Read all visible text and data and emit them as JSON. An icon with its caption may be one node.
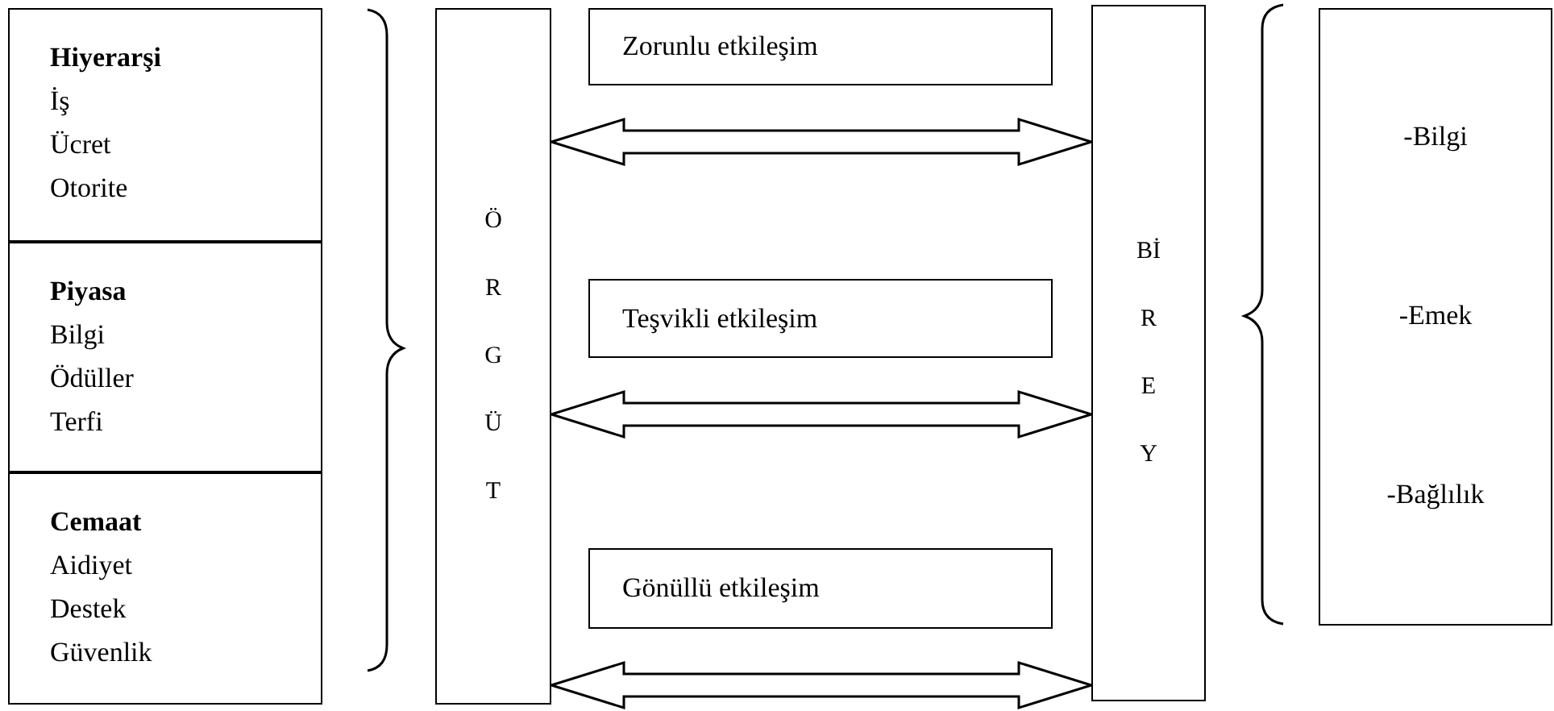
{
  "diagram": {
    "nodes": [
      {
        "text": [
          "Hiyerarşi",
          "İş",
          "Ücret",
          "Otorite"
        ]
      },
      {
        "text": [
          "Piyasa",
          "Bilgi",
          "Ödüller",
          "Terfi"
        ]
      },
      {
        "text": [
          "Cemaat",
          "Aidiyet",
          "Destek",
          "Güvenlik"
        ]
      },
      {
        "text": [
          "ÖRGÜT"
        ]
      },
      {
        "text": [
          "Zorunlu etkileşim"
        ]
      },
      {
        "text": [
          "Teşvikli etkileşim"
        ]
      },
      {
        "text": [
          "Gönüllü etkileşim"
        ]
      },
      {
        "text": [
          "BİREY"
        ]
      },
      {
        "text": [
          "-Bilgi",
          "-Emek",
          "-Bağlılık"
        ]
      }
    ],
    "edges": [
      {
        "from": 3,
        "to": 7,
        "arrow": "both"
      },
      {
        "from": 3,
        "to": 7,
        "arrow": "both"
      },
      {
        "from": 3,
        "to": 7,
        "arrow": "both"
      }
    ]
  }
}
